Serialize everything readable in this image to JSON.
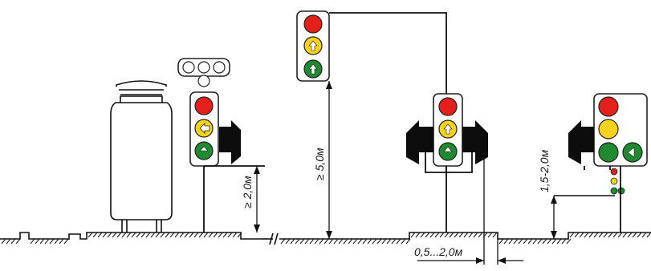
{
  "colors": {
    "red": "#e32019",
    "yellow": "#f6d21a",
    "green": "#1f8a2f",
    "line": "#111111",
    "background": "#ffffff"
  },
  "dimensions": {
    "left_min_height": "≥ 2,0м",
    "overhead_min_height": "≥ 5,0м",
    "right_height_range": "1,5-2,0м",
    "offset_from_edge": "0,5...2,0м"
  },
  "elements": {
    "tram_vehicle_icon": "tram-outline-icon",
    "traffic_light_left": "traffic-light-with-tram-signal",
    "traffic_light_overhead": "overhead-traffic-light",
    "traffic_light_middle": "traffic-light-with-side-shields",
    "traffic_light_right": "traffic-light-with-additional-section-and-pedestrian-repeater"
  }
}
